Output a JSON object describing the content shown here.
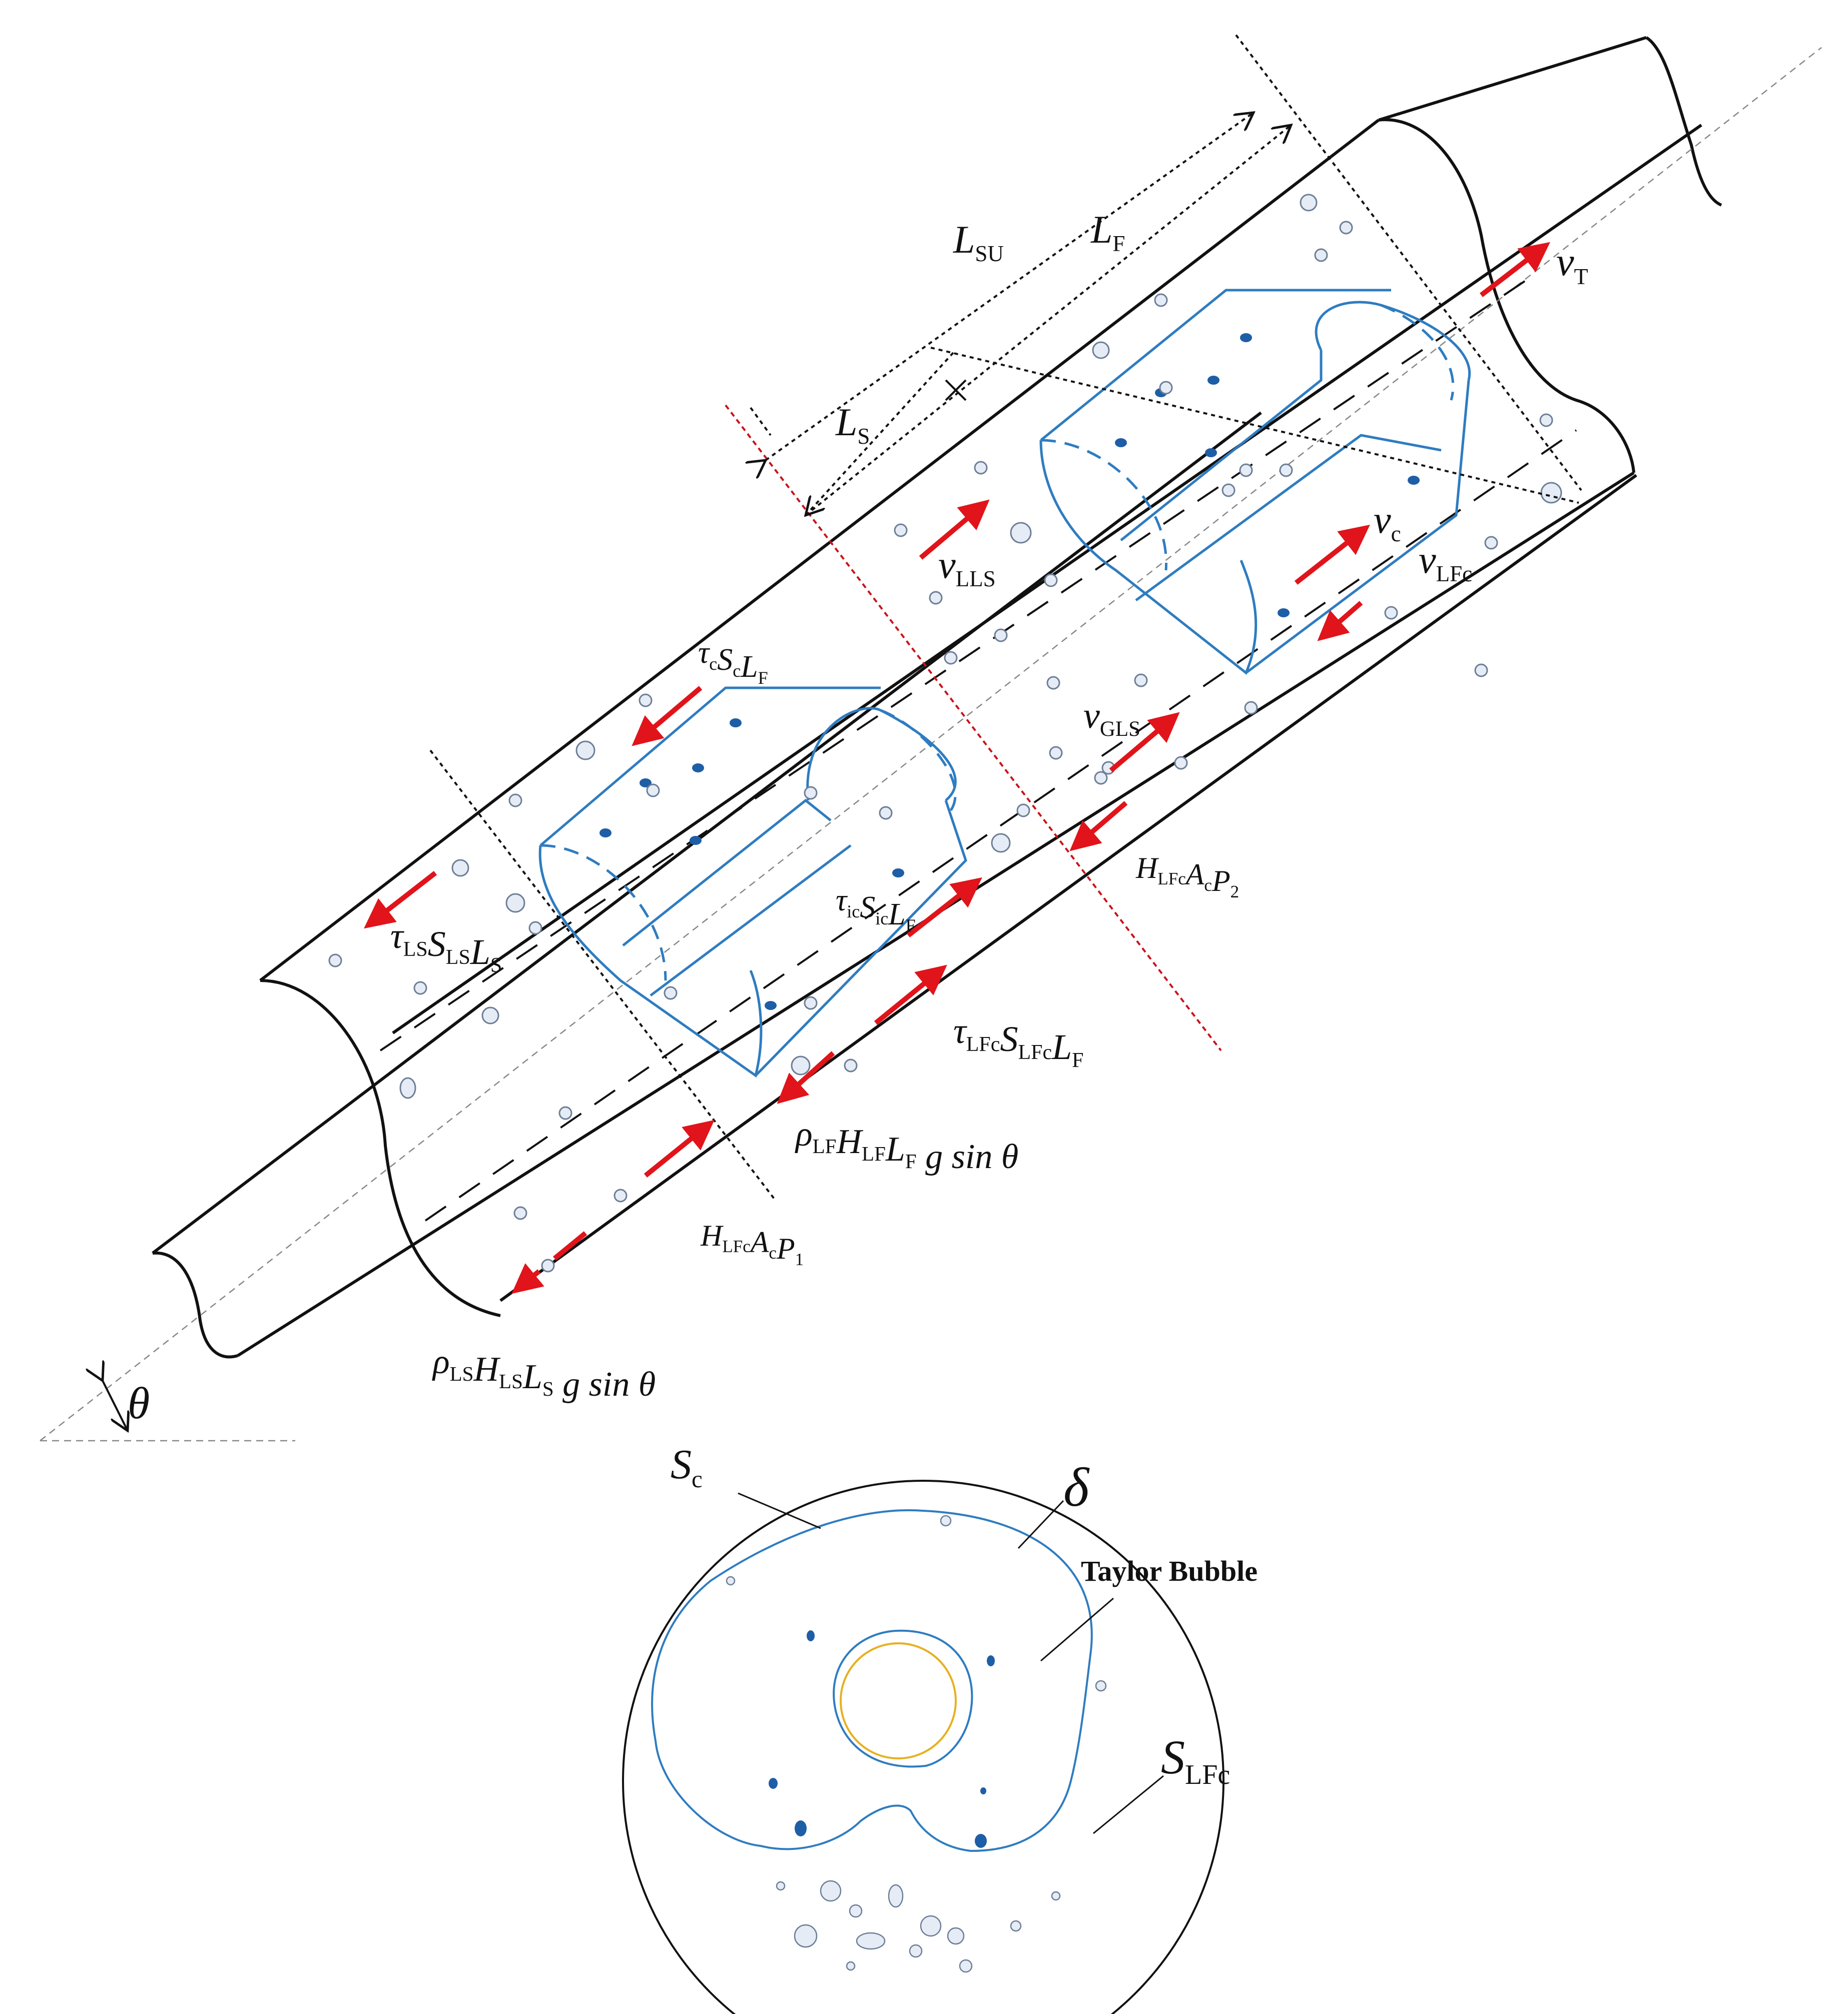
{
  "colors": {
    "pipe": "#111111",
    "bubble": "#2e7cc0",
    "arrow": "#e0141a",
    "guide": "#c8141a",
    "core": "#e8b020",
    "droplet": "#1e5ea6",
    "gas_bubble_fill": "#e6ecf6",
    "gas_bubble_stroke": "#6d7f96"
  },
  "labels": {
    "L_SU": {
      "base": "L",
      "sub": "SU"
    },
    "L_F": {
      "base": "L",
      "sub": "F"
    },
    "L_S": {
      "base": "L",
      "sub": "S"
    },
    "v_T": {
      "base": "ν",
      "sub": "T"
    },
    "v_c": {
      "base": "ν",
      "sub": "c"
    },
    "v_LFc": {
      "base": "ν",
      "sub": "LFc"
    },
    "v_LLS": {
      "base": "ν",
      "sub": "LLS"
    },
    "v_GLS": {
      "base": "ν",
      "sub": "GLS"
    },
    "tau_c_Sc_LF": [
      {
        "base": "τ",
        "sub": "c"
      },
      {
        "base": "S",
        "sub": "c"
      },
      {
        "base": "L",
        "sub": "F"
      }
    ],
    "tau_LS_SLS_LS": [
      {
        "base": "τ",
        "sub": "LS"
      },
      {
        "base": "S",
        "sub": "LS"
      },
      {
        "base": "L",
        "sub": "S"
      }
    ],
    "tau_ic_Sic_LF": [
      {
        "base": "τ",
        "sub": "ic"
      },
      {
        "base": "S",
        "sub": "ic"
      },
      {
        "base": "L",
        "sub": "F"
      }
    ],
    "tau_LFc_SLFc_LF": [
      {
        "base": "τ",
        "sub": "LFc"
      },
      {
        "base": "S",
        "sub": "LFc"
      },
      {
        "base": "L",
        "sub": "F"
      }
    ],
    "H_LFc_Ac_P2": [
      {
        "base": "H",
        "sub": "LFc"
      },
      {
        "base": "A",
        "sub": "c"
      },
      {
        "base": "P",
        "sub": "2"
      }
    ],
    "H_LFc_Ac_P1": [
      {
        "base": "H",
        "sub": "LFc"
      },
      {
        "base": "A",
        "sub": "c"
      },
      {
        "base": "P",
        "sub": "1"
      }
    ],
    "rho_LF_gravity": {
      "terms": [
        {
          "base": "ρ",
          "sub": "LF"
        },
        {
          "base": "H",
          "sub": "LF"
        },
        {
          "base": "L",
          "sub": "F"
        }
      ],
      "tail": "g sin θ"
    },
    "rho_LS_gravity": {
      "terms": [
        {
          "base": "ρ",
          "sub": "LS"
        },
        {
          "base": "H",
          "sub": "LS"
        },
        {
          "base": "L",
          "sub": "S"
        }
      ],
      "tail": "g sin θ"
    },
    "theta": "θ",
    "cross_S_c": {
      "base": "S",
      "sub": "c"
    },
    "cross_delta": "δ",
    "cross_taylor_bubble": "Taylor Bubble",
    "cross_S_LFc": {
      "base": "S",
      "sub": "LFc"
    }
  }
}
